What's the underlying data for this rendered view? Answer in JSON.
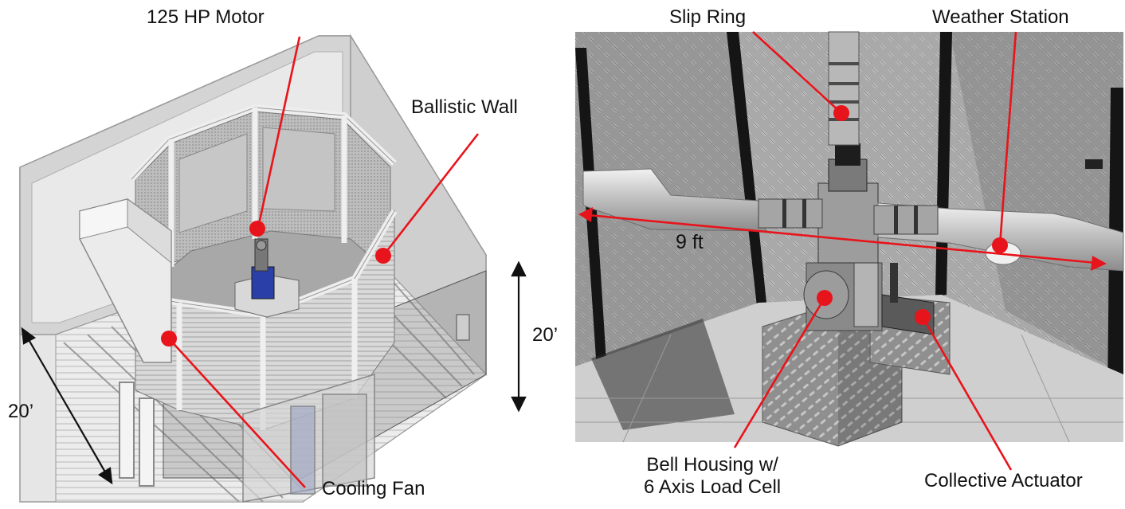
{
  "left": {
    "labels": {
      "motor": "125 HP Motor",
      "wall": "Ballistic Wall",
      "fan": "Cooling Fan",
      "dim_height": "20’",
      "dim_depth": "20’"
    }
  },
  "right": {
    "labels": {
      "slip_ring": "Slip Ring",
      "weather": "Weather Station",
      "span": "9 ft",
      "bell_line1": "Bell Housing w/",
      "bell_line2": "6 Axis Load Cell",
      "collective": "Collective Actuator"
    }
  },
  "colors": {
    "callout": "#e8141b",
    "text": "#111111"
  }
}
